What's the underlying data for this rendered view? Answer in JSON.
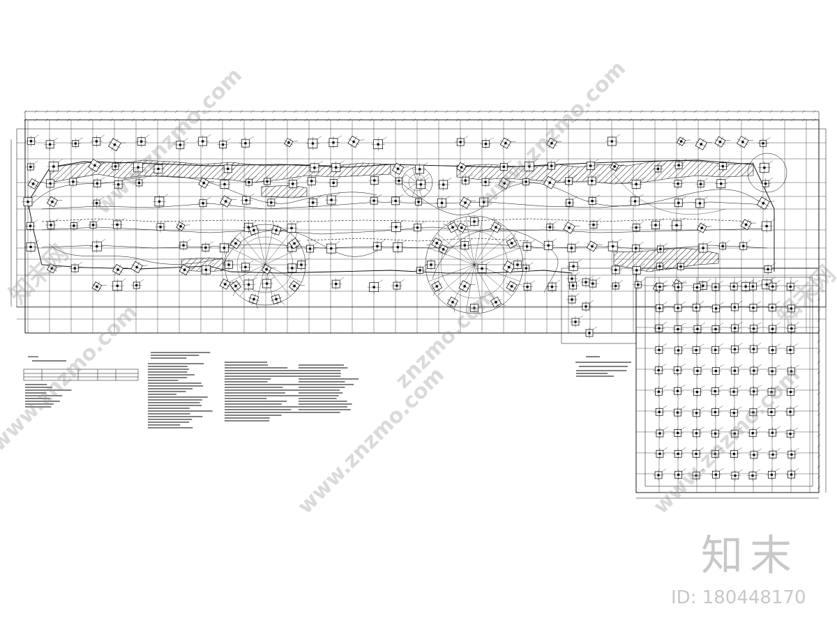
{
  "watermarks": {
    "brand_site": "www.znzmo.com",
    "brand_site_short": "znzmo.com",
    "brand_name_cn": "知末网"
  },
  "brand": {
    "logo_text": "知末",
    "id_text": "ID: 180448170"
  }
}
